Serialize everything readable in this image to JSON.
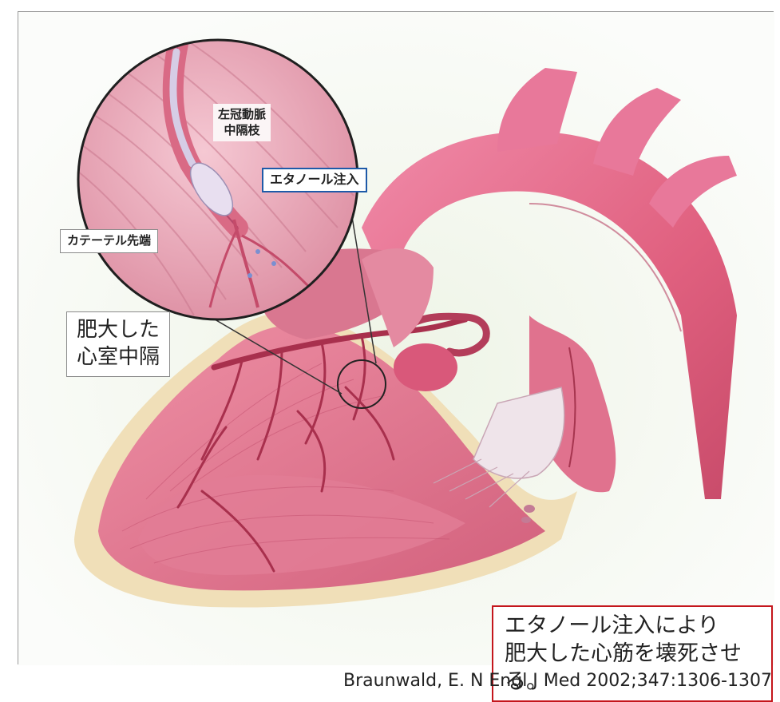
{
  "labels": {
    "hypertrophied_septum": [
      "肥大した",
      "心室中隔"
    ],
    "septal_branch": [
      "左冠動脈",
      "中隔枝"
    ],
    "ethanol_injection": "エタノール注入",
    "catheter_tip": "カテーテル先端",
    "result": [
      "エタノール注入により",
      "肥大した心筋を壊死させる。"
    ]
  },
  "citation": "Braunwald, E. N Engl J Med 2002;347:1306-1307",
  "colors": {
    "myocardium": "#e2738d",
    "myocardium_dark": "#b94661",
    "aorta": "#e6668a",
    "vessel": "#a8304d",
    "fat": "#f0dfb8",
    "valve": "#efe4ea",
    "label_blue": "#1e5aa8",
    "label_red": "#c4161c"
  }
}
